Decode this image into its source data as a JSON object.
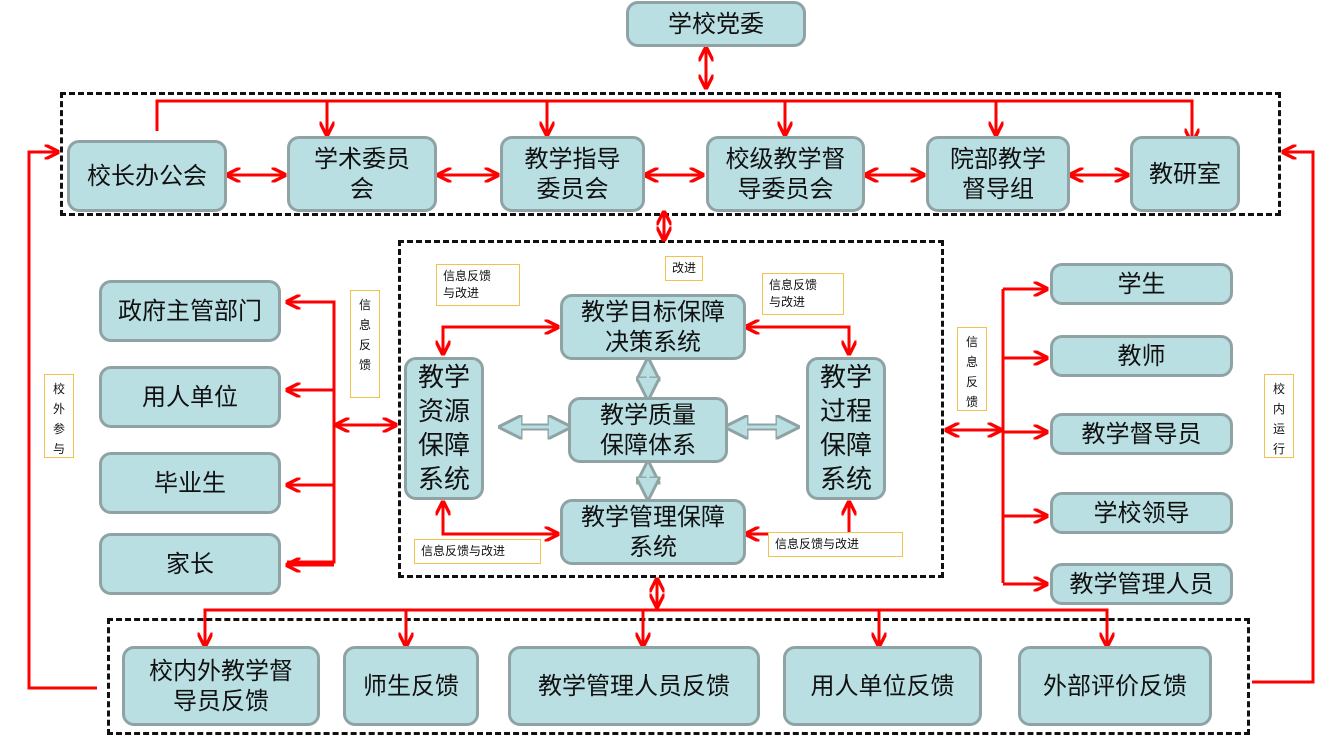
{
  "diagram": {
    "title": "教学质量保障体系结构图",
    "colors": {
      "box_fill": "#b9dfe3",
      "box_border": "#8fa3a4",
      "arrow": "#ff0000",
      "note_border": "#f2c14e",
      "dashed_frame": "#111111"
    },
    "top": {
      "party_committee": "学校党委"
    },
    "decision_layer": {
      "items": [
        "校长办公会",
        "学术委员\n会",
        "教学指导\n委员会",
        "校级教学督\n导委员会",
        "院部教学\n督导组",
        "教研室"
      ]
    },
    "core": {
      "center": "教学质量\n保障体系",
      "goal": "教学目标保障\n决策系统",
      "resource": "教学\n资源\n保障\n系统",
      "process": "教学\n过程\n保障\n系统",
      "management": "教学管理保障\n系统",
      "notes": {
        "improve": "改进",
        "top_left": "信息反馈\n与改进",
        "top_right": "信息反馈\n与改进",
        "bottom_left": "信息反馈与改进",
        "bottom_right": "信息反馈与改进"
      }
    },
    "external": {
      "items": [
        "政府主管部门",
        "用人单位",
        "毕业生",
        "家长"
      ],
      "feedback_note": "信\n息\n反\n馈",
      "side_note": "校\n外\n参\n与"
    },
    "internal": {
      "items": [
        "学生",
        "教师",
        "教学督导员",
        "学校领导",
        "教学管理人员"
      ],
      "feedback_note": "信\n息\n反\n馈",
      "side_note": "校\n内\n运\n行"
    },
    "feedback_layer": {
      "items": [
        "校内外教学督\n导员反馈",
        "师生反馈",
        "教学管理人员反馈",
        "用人单位反馈",
        "外部评价反馈"
      ]
    }
  }
}
